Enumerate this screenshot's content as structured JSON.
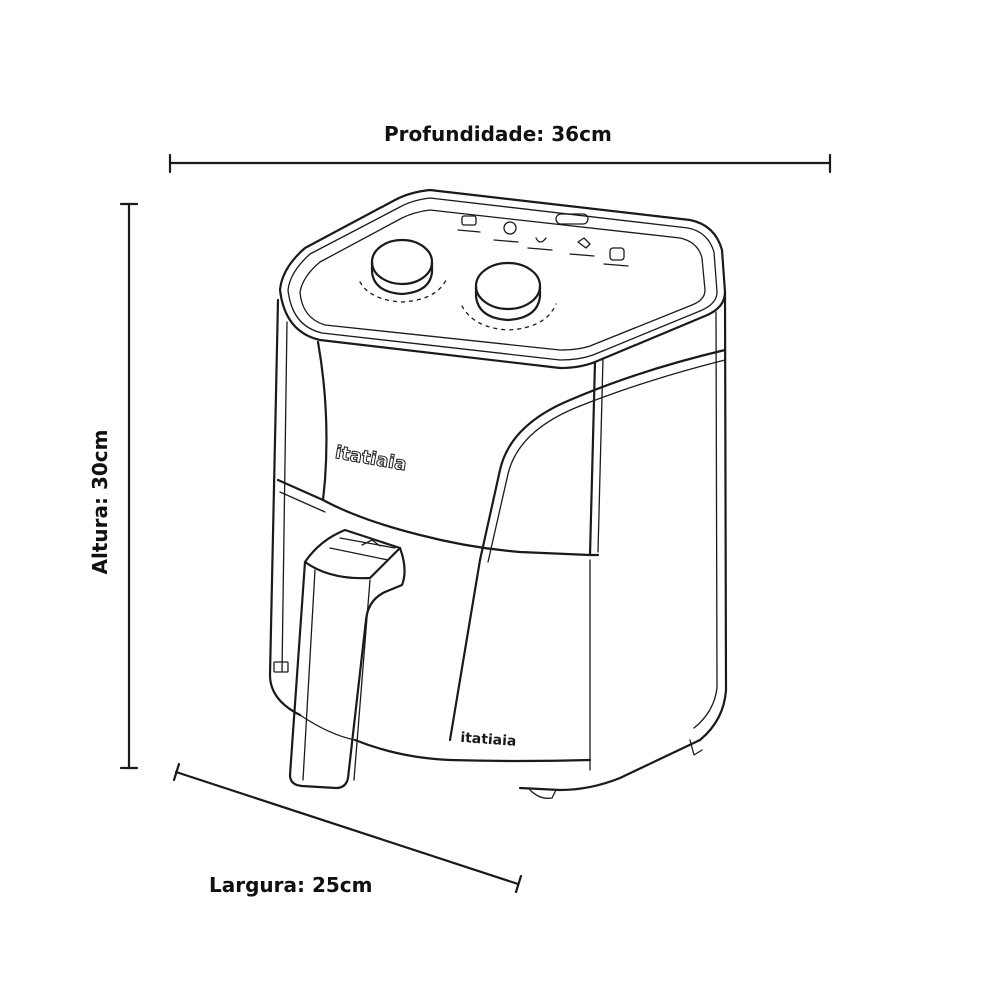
{
  "dimensions": {
    "depth_label": "Profundidade: 36cm",
    "height_label": "Altura: 30cm",
    "width_label": "Largura: 25cm"
  },
  "product": {
    "brand_front": "itatiaia",
    "brand_basket": "itatiaia"
  },
  "colors": {
    "line": "#1a1a1a",
    "background": "#ffffff"
  },
  "icons": [
    "knob-icon",
    "preset-icon",
    "handle-icon"
  ]
}
